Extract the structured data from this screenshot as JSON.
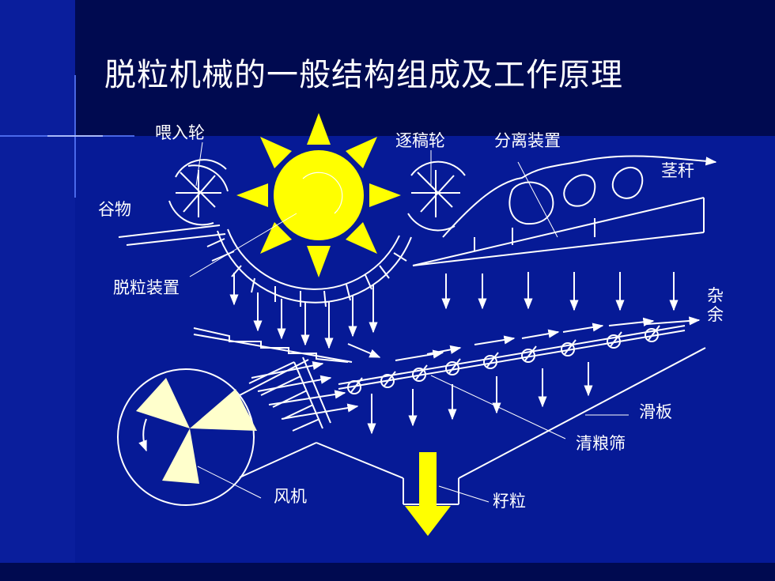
{
  "slide": {
    "title": "脱粒机械的一般结构组成及工作原理"
  },
  "labels": {
    "feed_wheel": "喂入轮",
    "grain_input": "谷物",
    "threshing_device": "脱粒装置",
    "straw_wheel": "逐稿轮",
    "separator": "分离装置",
    "straw": "茎秆",
    "chaff": "杂余",
    "slide_plate": "滑板",
    "cleaning_sieve": "清粮筛",
    "fan": "风机",
    "seed": "籽粒"
  },
  "colors": {
    "background": "#000a50",
    "panel": "#061a96",
    "line": "#ffffff",
    "sun": "#ffff00",
    "fan_blade": "#ffffcc"
  }
}
